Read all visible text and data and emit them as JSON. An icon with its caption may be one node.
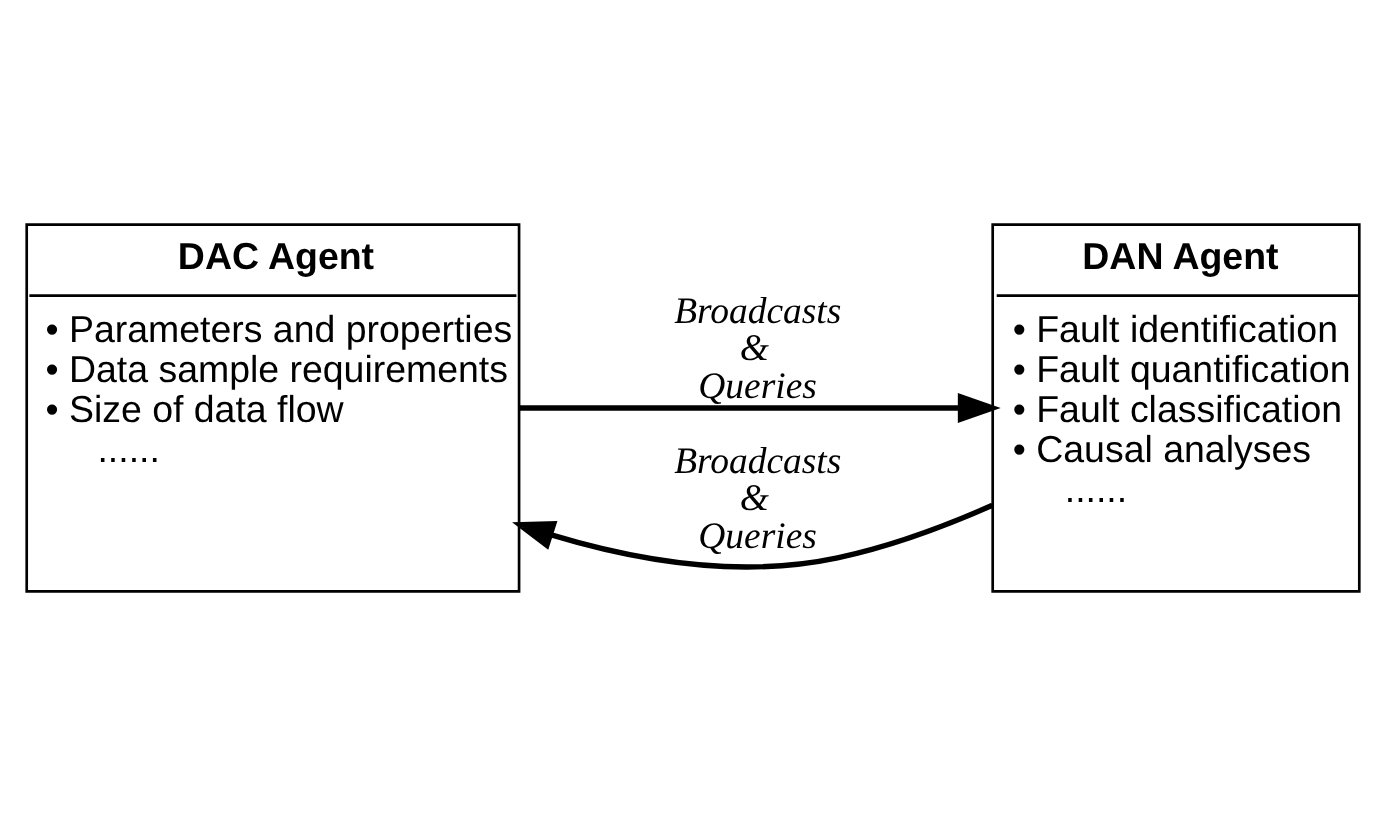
{
  "diagram": {
    "nodes": [
      {
        "text": [
          "DAC Agent",
          "• Parameters and properties",
          "• Data sample requirements",
          "• Size of data flow",
          "......"
        ]
      },
      {
        "text": [
          "DAN Agent",
          "• Fault identification",
          "• Fault quantification",
          "• Fault classification",
          "• Causal analyses",
          "......"
        ]
      }
    ],
    "edges": [
      {
        "from": 0,
        "to": 1,
        "arrow": "to",
        "label": "Broadcasts & Queries"
      },
      {
        "from": 1,
        "to": 0,
        "arrow": "to",
        "label": "Broadcasts & Queries"
      }
    ]
  }
}
